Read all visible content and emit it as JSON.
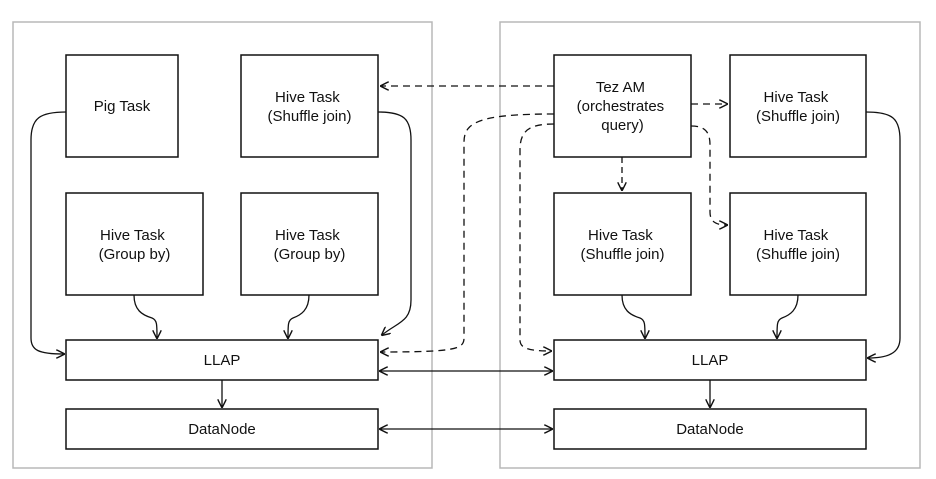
{
  "colors": {
    "line": "#111111",
    "container_border": "#b8b8b8",
    "background": "#ffffff"
  },
  "left_node": {
    "pig_task": [
      "Pig Task"
    ],
    "hive_task_shuffle": [
      "Hive Task",
      "(Shuffle join)"
    ],
    "hive_task_groupby_1": [
      "Hive Task",
      "(Group by)"
    ],
    "hive_task_groupby_2": [
      "Hive Task",
      "(Group by)"
    ],
    "llap": [
      "LLAP"
    ],
    "datanode": [
      "DataNode"
    ]
  },
  "right_node": {
    "tez_am": [
      "Tez AM",
      "(orchestrates",
      "query)"
    ],
    "hive_task_shuffle_top": [
      "Hive Task",
      "(Shuffle join)"
    ],
    "hive_task_shuffle_mid": [
      "Hive Task",
      "(Shuffle join)"
    ],
    "hive_task_shuffle_right": [
      "Hive Task",
      "(Shuffle join)"
    ],
    "llap": [
      "LLAP"
    ],
    "datanode": [
      "DataNode"
    ]
  }
}
